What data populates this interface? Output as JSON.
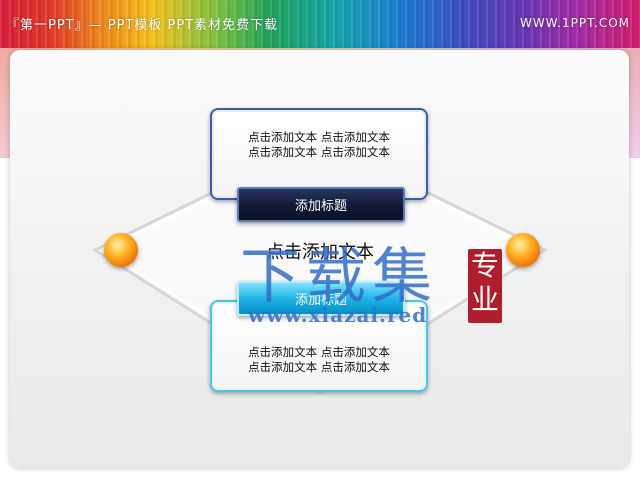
{
  "header": {
    "left_text": "『第一PPT』— PPT模板 PPT素材免费下载",
    "right_text": "WWW.1PPT.COM"
  },
  "diagram": {
    "top_box_lines": [
      "点击添加文本 点击添加文本",
      "点击添加文本 点击添加文本"
    ],
    "top_title": "添加标题",
    "center_text": "点击添加文本",
    "bottom_title": "添加标题",
    "bottom_box_lines": [
      "点击添加文本 点击添加文本",
      "点击添加文本 点击添加文本"
    ]
  },
  "watermark": {
    "main_text": "下载集",
    "url_text": "www.xiazai.red",
    "seal_text": [
      "专",
      "业"
    ]
  },
  "colors": {
    "top_border": "#3a5da6",
    "bottom_border": "#4cc6e8",
    "orb": "#f5961a",
    "seal": "#b01e2c"
  }
}
